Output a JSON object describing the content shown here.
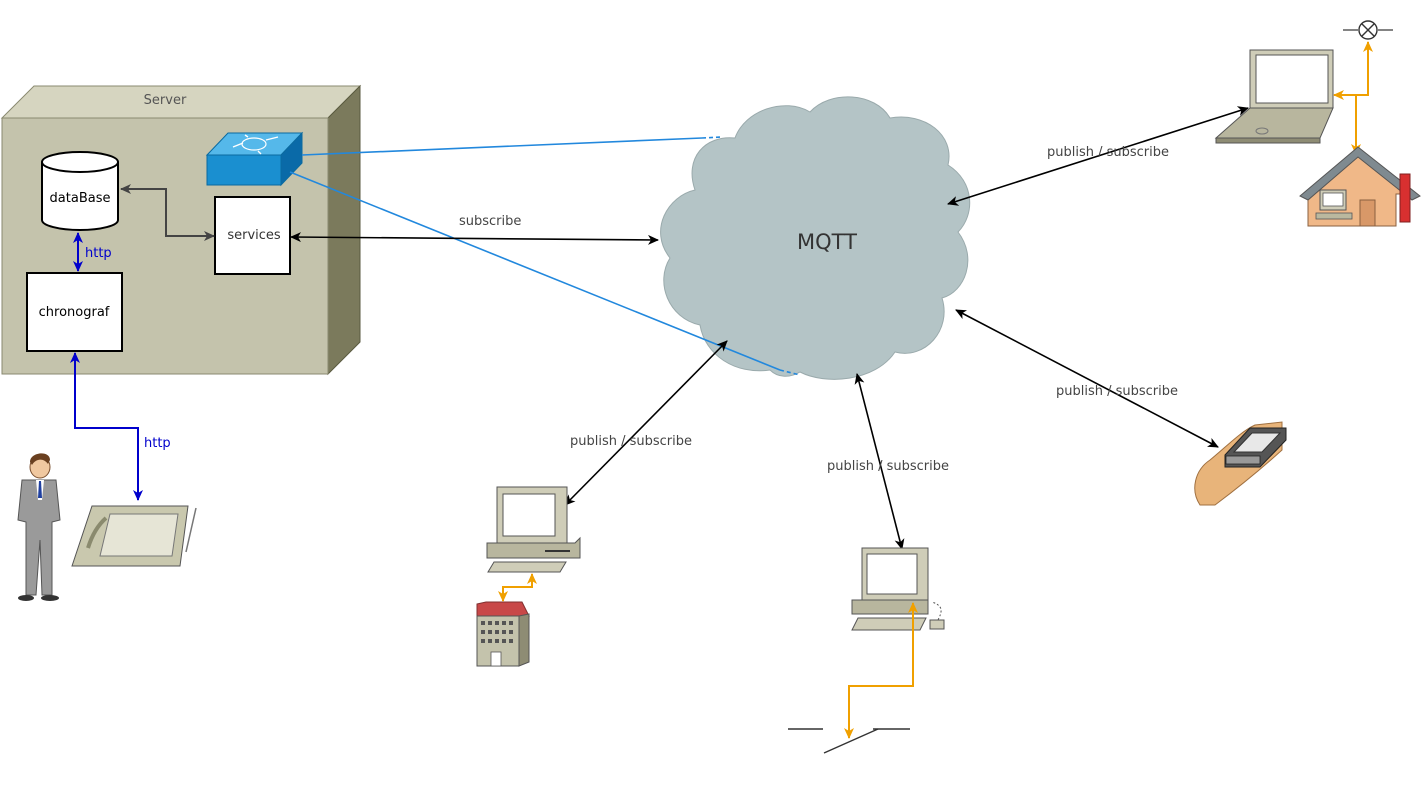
{
  "server": {
    "title": "Server"
  },
  "nodes": {
    "database": "dataBase",
    "services": "services",
    "chronograf": "chronograf",
    "cloud": "MQTT"
  },
  "labels": {
    "http_top": "http",
    "http_bottom": "http",
    "subscribe": "subscribe",
    "pubsub_laptop": "publish / subscribe",
    "pubsub_pda": "publish / subscribe",
    "pubsub_pc_left": "publish / subscribe",
    "pubsub_pc_bottom": "publish / subscribe"
  },
  "colors": {
    "server_front": "#c4c3ac",
    "server_top": "#d6d5c0",
    "server_side": "#7b7a5c",
    "cloud": "#b4c4c6",
    "switch": "#1a8fd0",
    "http_blue": "#0000cc",
    "link_blue": "#2288dd",
    "orange": "#f0a000",
    "arrow_black": "#000000",
    "arrow_gray": "#444444"
  },
  "icons": [
    "switch-icon",
    "database-icon",
    "laptop-icon",
    "house-icon",
    "lamp-icon",
    "pda-hand-icon",
    "desktop-pc-icon",
    "building-icon",
    "switch-contact-icon",
    "person-icon",
    "tablet-icon"
  ]
}
